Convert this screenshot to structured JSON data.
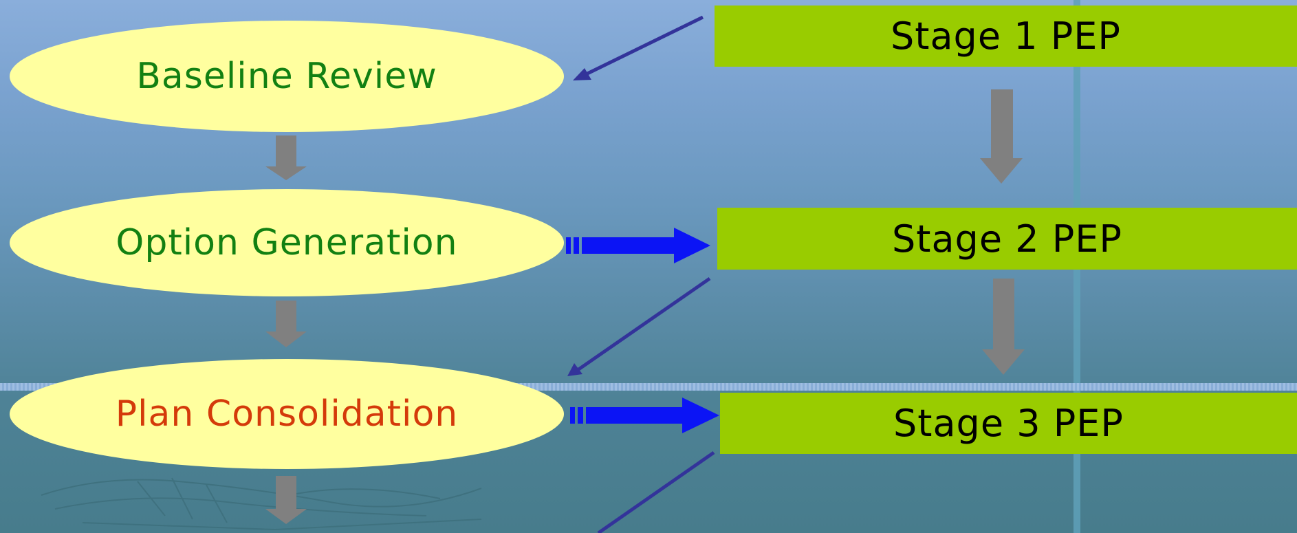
{
  "diagram": {
    "process_steps": [
      {
        "label": "Baseline Review",
        "color": "#128012"
      },
      {
        "label": "Option Generation",
        "color": "#128012"
      },
      {
        "label": "Plan Consolidation",
        "color": "#d43a0a"
      }
    ],
    "stages": [
      {
        "label": "Stage 1 PEP"
      },
      {
        "label": "Stage 2 PEP"
      },
      {
        "label": "Stage 3 PEP"
      }
    ],
    "colors": {
      "ellipse_fill": "#ffff9f",
      "stage_fill": "#99cc00",
      "feedback_arrow": "#33339a",
      "forward_arrow": "#0b14f5",
      "flow_arrow": "#808080"
    }
  }
}
